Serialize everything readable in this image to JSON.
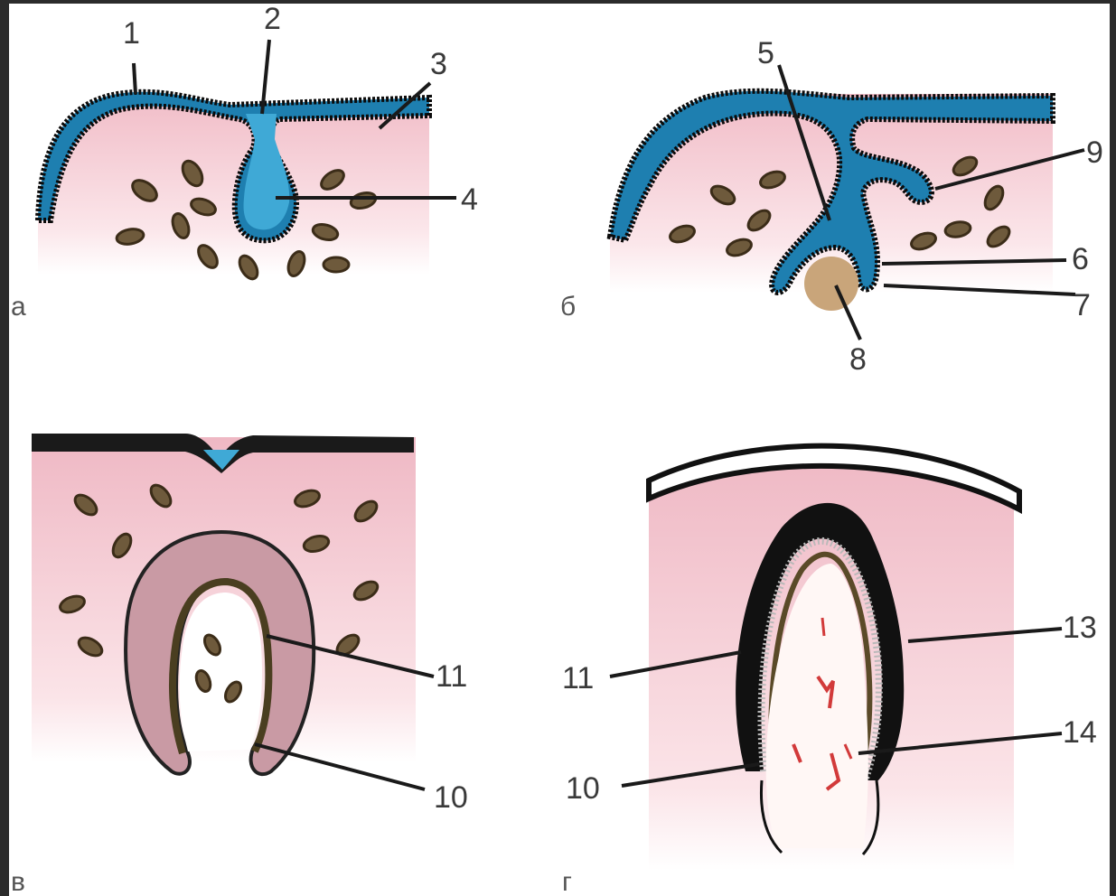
{
  "panels": [
    {
      "id": "a",
      "label": "а"
    },
    {
      "id": "b",
      "label": "б"
    },
    {
      "id": "v",
      "label": "в"
    },
    {
      "id": "g",
      "label": "г"
    }
  ],
  "labels": {
    "n1": "1",
    "n2": "2",
    "n3": "3",
    "n4": "4",
    "n5": "5",
    "n6": "6",
    "n7": "7",
    "n8": "8",
    "n9": "9",
    "n10_v": "10",
    "n11_v": "11",
    "n10_g": "10",
    "n11_g": "11",
    "n13": "13",
    "n14": "14"
  },
  "colors": {
    "epithelium": "#1e7fb0",
    "epithelium_light": "#3fa9d6",
    "outline": "#111111",
    "mesenchyme": "#f3c9d2",
    "mesenchyme_fade": "#fdf1f3",
    "cell": "#6e5a3c",
    "papilla": "#c9a57a",
    "enamel_organ": "#c99aa4",
    "dentin": "#1a1a1a",
    "pulp_vessel": "#d23a3a"
  }
}
